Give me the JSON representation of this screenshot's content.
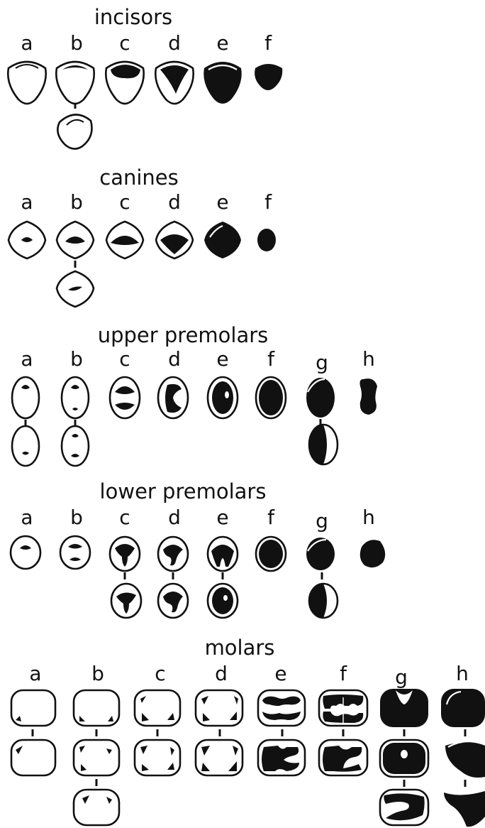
{
  "sections": [
    {
      "title": "incisors",
      "labels": [
        "a",
        "b",
        "c",
        "d",
        "e",
        "f"
      ]
    },
    {
      "title": "canines",
      "labels": [
        "a",
        "b",
        "c",
        "d",
        "e",
        "f"
      ]
    },
    {
      "title": "upper premolars",
      "labels": [
        "a",
        "b",
        "c",
        "d",
        "e",
        "f",
        "g",
        "h"
      ]
    },
    {
      "title": "lower premolars",
      "labels": [
        "a",
        "b",
        "c",
        "d",
        "e",
        "f",
        "g",
        "h"
      ]
    },
    {
      "title": "molars",
      "labels": [
        "a",
        "b",
        "c",
        "d",
        "e",
        "f",
        "g",
        "h"
      ]
    }
  ]
}
